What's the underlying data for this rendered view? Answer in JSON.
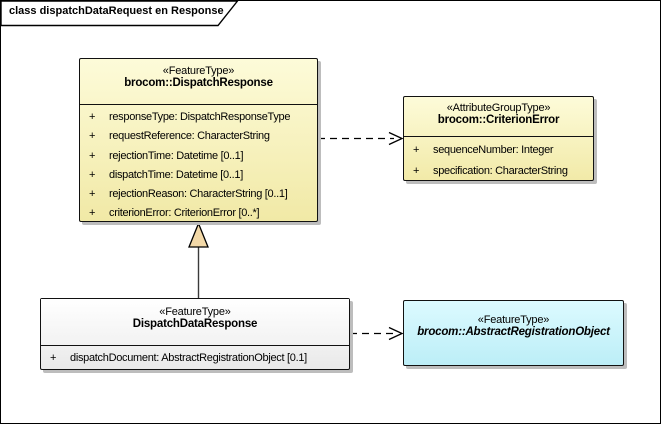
{
  "frame": {
    "title": "class dispatchDataRequest en Response"
  },
  "colors": {
    "class_yellow_top": "#FDFBD9",
    "class_yellow_bottom": "#F1E9A6",
    "class_cyan_top": "#DCFAFF",
    "class_cyan_bottom": "#BCEEF7",
    "class_gray_top": "#FFFFFF",
    "class_gray_bottom": "#E9E9E9",
    "generalization_arrowhead": "#F3D9A8",
    "border": "#000000",
    "shadow": "#BDBDBD"
  },
  "classes": {
    "dispatchResponse": {
      "stereotype": "«FeatureType»",
      "name": "brocom::DispatchResponse",
      "attributes": [
        {
          "vis": "+",
          "text": "responseType: DispatchResponseType"
        },
        {
          "vis": "+",
          "text": "requestReference: CharacterString"
        },
        {
          "vis": "+",
          "text": "rejectionTime: Datetime [0..1]"
        },
        {
          "vis": "+",
          "text": "dispatchTime: Datetime [0..1]"
        },
        {
          "vis": "+",
          "text": "rejectionReason: CharacterString [0..1]"
        },
        {
          "vis": "+",
          "text": "criterionError: CriterionError [0..*]"
        }
      ]
    },
    "criterionError": {
      "stereotype": "«AttributeGroupType»",
      "name": "brocom::CriterionError",
      "attributes": [
        {
          "vis": "+",
          "text": "sequenceNumber: Integer"
        },
        {
          "vis": "+",
          "text": "specification: CharacterString"
        }
      ]
    },
    "dispatchDataResponse": {
      "stereotype": "«FeatureType»",
      "name": "DispatchDataResponse",
      "attributes": [
        {
          "vis": "+",
          "text": "dispatchDocument: AbstractRegistrationObject [0.1]"
        }
      ]
    },
    "abstractRegistrationObject": {
      "stereotype": "«FeatureType»",
      "name": "brocom::AbstractRegistrationObject",
      "attributes": []
    }
  },
  "relations": [
    {
      "type": "generalization",
      "from": "DispatchDataResponse",
      "to": "brocom::DispatchResponse"
    },
    {
      "type": "dependency",
      "from": "brocom::DispatchResponse",
      "to": "brocom::CriterionError"
    },
    {
      "type": "dependency",
      "from": "DispatchDataResponse",
      "to": "brocom::AbstractRegistrationObject"
    }
  ]
}
